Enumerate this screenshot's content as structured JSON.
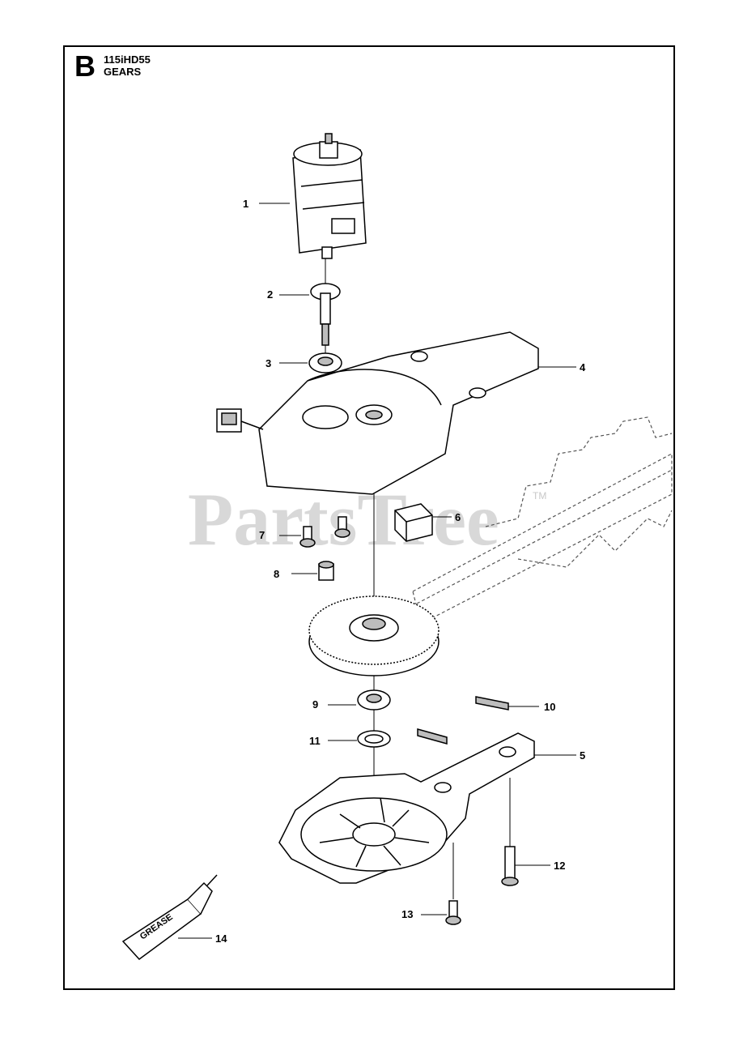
{
  "header": {
    "section_letter": "B",
    "model": "115iHD55",
    "title": "GEARS"
  },
  "watermark": {
    "text": "PartsTree",
    "tm": "TM"
  },
  "callouts": [
    "1",
    "2",
    "3",
    "4",
    "5",
    "6",
    "7",
    "8",
    "9",
    "10",
    "11",
    "12",
    "13",
    "14"
  ],
  "grease_label": "GREASE",
  "colors": {
    "line": "#000000",
    "watermark": "#d2d2d2",
    "part_fill": "#ffffff",
    "shade": "#bdbdbd"
  }
}
